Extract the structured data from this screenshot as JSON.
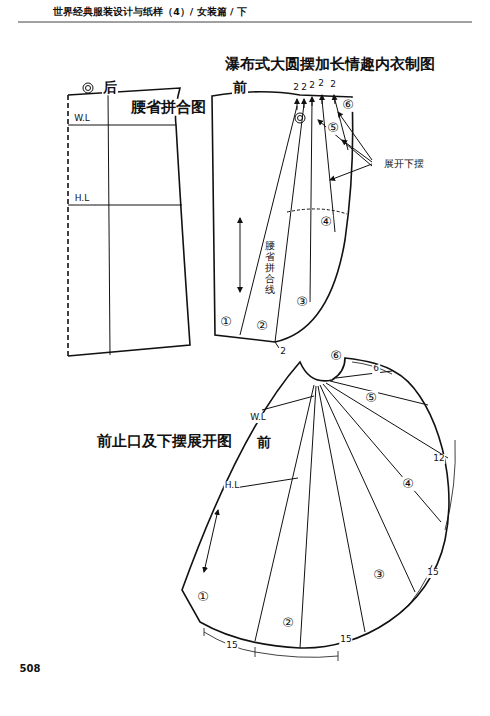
{
  "diagram": {
    "title": "瀑布式大圆摆加长情趣内衣制图",
    "labels": [
      "世界经典服装设计与纸样（4）/ 女装篇 / 下",
      "腰省拼合图",
      "后",
      "前",
      "W.L",
      "H.L",
      "①",
      "②",
      "③",
      "④",
      "⑤",
      "⑥",
      "2",
      "2",
      "2",
      "2",
      "2",
      "2",
      "展开下摆",
      "腰省拼合线",
      "前止口及下摆展开图",
      "前",
      "W.L",
      "H.L",
      "①",
      "②",
      "③",
      "④",
      "⑤",
      "⑥",
      "6",
      "12",
      "15",
      "15",
      "15",
      "508"
    ]
  }
}
